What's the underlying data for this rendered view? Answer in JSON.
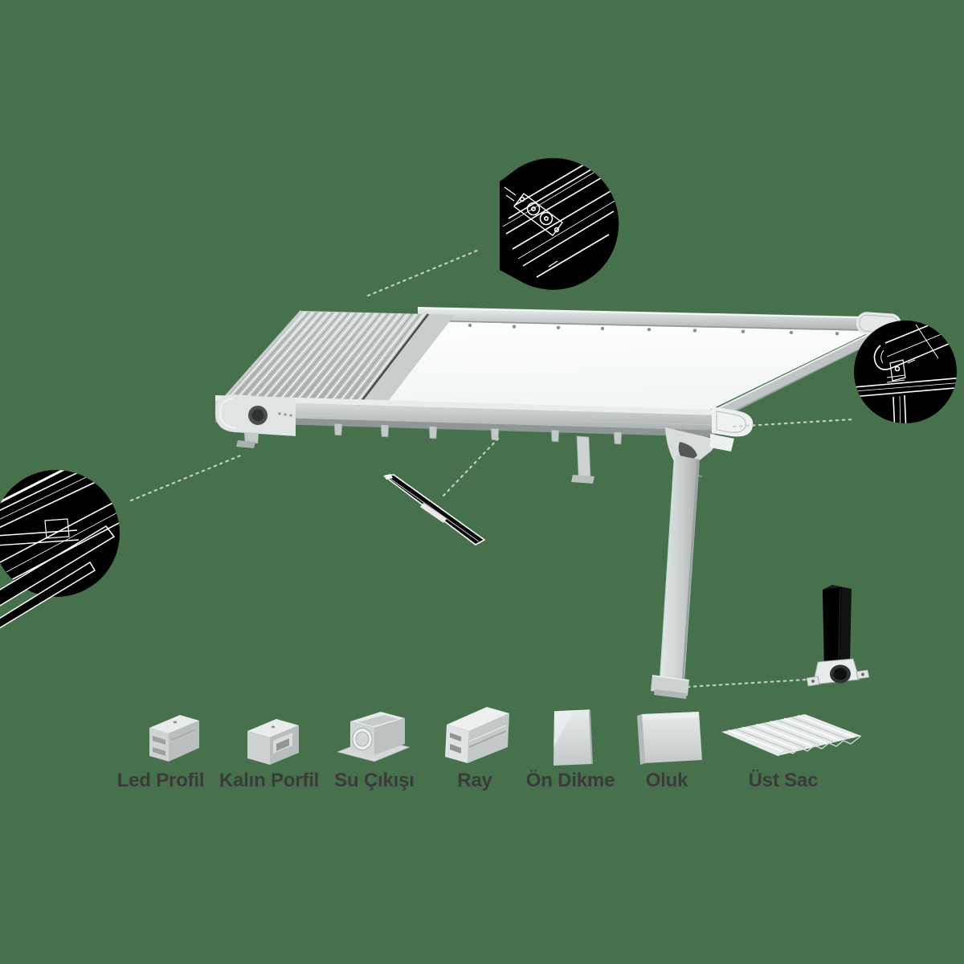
{
  "page": {
    "background_color": "#47714d",
    "description": "exploded parts diagram of an aluminium pergola awning system"
  },
  "diagram": {
    "type": "product-parts-diagram",
    "callouts": [
      {
        "name": "rail-roller-detail",
        "position": "top"
      },
      {
        "name": "front-corner-joint-detail",
        "position": "right"
      },
      {
        "name": "side-profile-detail",
        "position": "left"
      },
      {
        "name": "post-anchor-detail",
        "position": "bottom-right"
      }
    ],
    "colors": {
      "background": "#47714d",
      "structure_light": "#eef1f1",
      "structure_mid": "#c3c8c8",
      "structure_dark": "#8f9696",
      "fabric": "#fbfdfd",
      "glass_accent": "#cfe7e1",
      "callout_background": "#000000",
      "callout_linework": "#ffffff",
      "leader_line": "#cbd2cc",
      "label_text": "#3b3b3b"
    }
  },
  "legend": {
    "items": [
      {
        "id": "led-profil",
        "label": "Led Profil"
      },
      {
        "id": "kalin-porfil",
        "label": "Kalın Porfil"
      },
      {
        "id": "su-cikisi",
        "label": "Su Çıkışı"
      },
      {
        "id": "ray",
        "label": "Ray"
      },
      {
        "id": "on-dikme",
        "label": "Ön Dikme"
      },
      {
        "id": "oluk",
        "label": "Oluk"
      },
      {
        "id": "ust-sac",
        "label": "Üst Sac"
      }
    ]
  }
}
